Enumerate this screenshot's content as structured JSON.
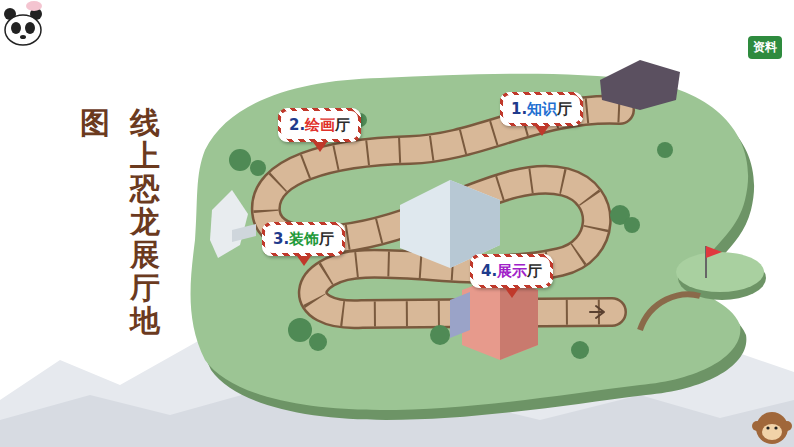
{
  "diagram": {
    "nodes": [
      {
        "text": [
          "1.",
          "知识",
          "厅"
        ]
      },
      {
        "text": [
          "2.",
          "绘画",
          "厅"
        ]
      },
      {
        "text": [
          "3.",
          "装饰",
          "厅"
        ]
      },
      {
        "text": [
          "4.",
          "展示",
          "厅"
        ]
      }
    ],
    "labels": [
      "线上恐龙展厅地",
      "图",
      "资料"
    ]
  }
}
